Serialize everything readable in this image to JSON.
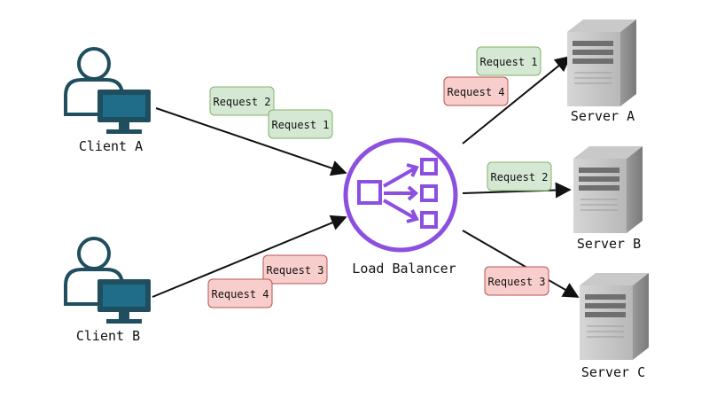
{
  "colors": {
    "client": "#1f4e5f",
    "monitor_screen": "#1f6d88",
    "balancer": "#8c4fe0",
    "arrow": "#111111",
    "green_fill": "#d5e8d4",
    "green_stroke": "#82b366",
    "red_fill": "#f8cecc",
    "red_stroke": "#b85450"
  },
  "clients": [
    {
      "label": "Client A"
    },
    {
      "label": "Client B"
    }
  ],
  "balancer": {
    "label": "Load Balancer",
    "icon": "load-balancer-icon"
  },
  "servers": [
    {
      "label": "Server A"
    },
    {
      "label": "Server B"
    },
    {
      "label": "Server C"
    }
  ],
  "tags": {
    "clientA_req2": {
      "text": "Request 2",
      "style": "green"
    },
    "clientA_req1": {
      "text": "Request 1",
      "style": "green"
    },
    "clientB_req3": {
      "text": "Request 3",
      "style": "red"
    },
    "clientB_req4": {
      "text": "Request 4",
      "style": "red"
    },
    "serverA_req1": {
      "text": "Request 1",
      "style": "green"
    },
    "serverA_req4": {
      "text": "Request 4",
      "style": "red"
    },
    "serverB_req2": {
      "text": "Request 2",
      "style": "green"
    },
    "serverC_req3": {
      "text": "Request 3",
      "style": "red"
    }
  }
}
